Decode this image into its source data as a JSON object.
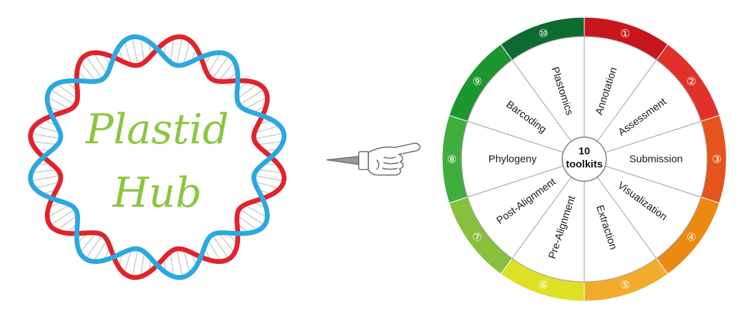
{
  "logo": {
    "line1": "Plastid",
    "line2": "Hub",
    "colors": {
      "text": "#8cc63f",
      "strand_red": "#e0242b",
      "strand_blue": "#2ba8e0",
      "rungs": "#c8c8c8"
    }
  },
  "pointer": {
    "icon": "pointing-hand-icon"
  },
  "wheel": {
    "center": {
      "line1": "10",
      "line2": "toolkits"
    },
    "segments": [
      {
        "label": "Annotation",
        "number": "①",
        "color": "#c8161d"
      },
      {
        "label": "Assessment",
        "number": "②",
        "color": "#e0312a"
      },
      {
        "label": "Submission",
        "number": "③",
        "color": "#e4541c"
      },
      {
        "label": "Visualization",
        "number": "④",
        "color": "#ea8a12"
      },
      {
        "label": "Extraction",
        "number": "⑤",
        "color": "#f2ab2a"
      },
      {
        "label": "Pre-Alignment",
        "number": "⑥",
        "color": "#dde024"
      },
      {
        "label": "Post-Alignment",
        "number": "⑦",
        "color": "#88bf3c"
      },
      {
        "label": "Phylogeny",
        "number": "⑧",
        "color": "#3fae3e"
      },
      {
        "label": "Barcoding",
        "number": "⑨",
        "color": "#1c962f"
      },
      {
        "label": "Plastomics",
        "number": "⑩",
        "color": "#0d6b32"
      }
    ]
  }
}
